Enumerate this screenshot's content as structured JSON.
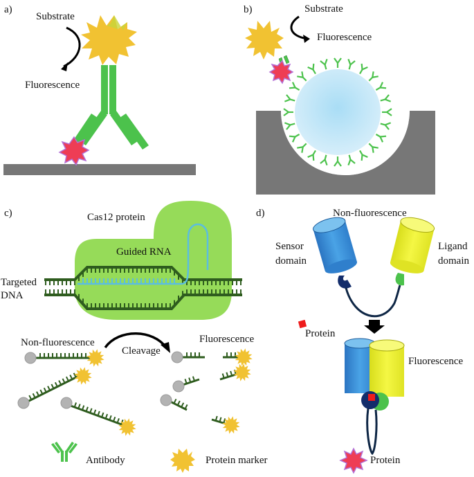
{
  "panels": {
    "a": {
      "label": "a)",
      "substrate": "Substrate",
      "fluorescence": "Fluorescence"
    },
    "b": {
      "label": "b)",
      "substrate": "Substrate",
      "fluorescence": "Fluorescence"
    },
    "c": {
      "label": "c)",
      "cas12": "Cas12 protein",
      "guided_rna": "Guided RNA",
      "targeted_1": "Targeted",
      "targeted_2": "DNA",
      "non_fluorescence": "Non-fluorescence",
      "cleavage": "Cleavage",
      "fluorescence": "Fluorescence"
    },
    "d": {
      "label": "d)",
      "non_fluorescence": "Non-fluorescence",
      "sensor_1": "Sensor",
      "sensor_2": "domain",
      "ligand_1": "Ligand",
      "ligand_2": "domain",
      "protein": "Protein",
      "fluorescence": "Fluorescence"
    }
  },
  "legend": {
    "antibody": "Antibody",
    "protein_marker": "Protein marker",
    "protein": "Protein"
  },
  "colors": {
    "antibody_green": "#4cc24c",
    "marker_yellow": "#f1c232",
    "protein_red": "#ee3d55",
    "cas12_green": "#96db59",
    "dna_dark_green": "#2e5c1e",
    "rna_blue": "#5bbde0",
    "surface_gray": "#777777",
    "bead_blue": "#bfe4f6",
    "sensor_blue": "#3d8fd8",
    "ligand_yellow": "#eef236",
    "linker_navy": "#0e2645",
    "protein_square": "#ee1c1c"
  }
}
